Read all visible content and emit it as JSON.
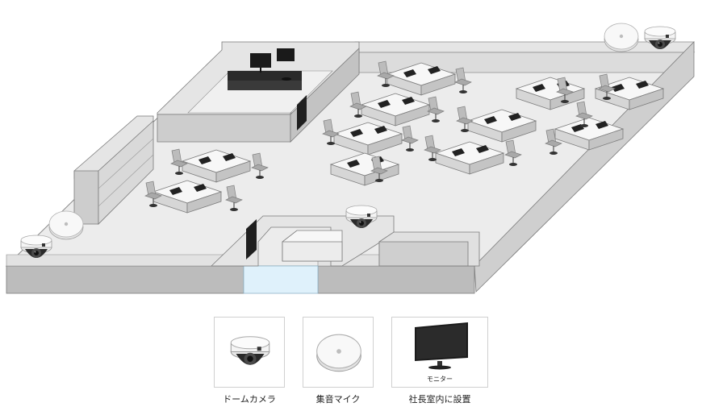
{
  "legend": {
    "dome_camera": "ドームカメラ",
    "microphone": "集音マイク",
    "monitor_caption": "モニター",
    "monitor": "社長室内に設置"
  },
  "colors": {
    "floor": "#ececec",
    "wall_top": "#e4e4e4",
    "wall_front": "#bcbcbc",
    "wall_side": "#cfcfcf",
    "wall_stroke": "#7a7a7a",
    "desk": "#f6f6f6",
    "chair": "#bdbdbd",
    "entrance": "#dff1fb",
    "dark": "#1f1f1f"
  },
  "icons": {
    "camera": "dome-camera-icon",
    "microphone": "microphone-icon",
    "monitor": "monitor-icon"
  }
}
